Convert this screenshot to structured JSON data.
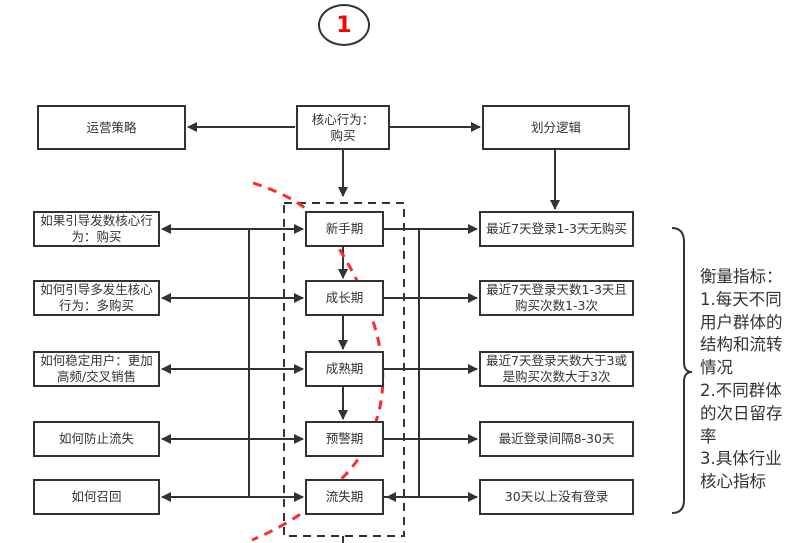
{
  "badge": {
    "label": "1"
  },
  "top": {
    "strategy": "运营策略",
    "core": "核心行为：购买",
    "logic": "划分逻辑"
  },
  "stages": [
    {
      "name": "新手期",
      "strategy": "如果引导发数核心行为：购买",
      "rule": "最近7天登录1-3天无购买"
    },
    {
      "name": "成长期",
      "strategy": "如何引导多发生核心行为：多购买",
      "rule": "最近7天登录天数1-3天且购买次数1-3次"
    },
    {
      "name": "成熟期",
      "strategy": "如何稳定用户：更加高频/交叉销售",
      "rule": "最近7天登录天数大于3或是购买次数大于3次"
    },
    {
      "name": "预警期",
      "strategy": "如何防止流失",
      "rule": "最近登录间隔8-30天"
    },
    {
      "name": "流失期",
      "strategy": "如何召回",
      "rule": "30天以上没有登录"
    }
  ],
  "metrics": {
    "text": "衡量指标：\n1.每天不同用户群体的结构和流转情况\n2.不同群体的次日留存率\n3.具体行业核心指标"
  },
  "colors": {
    "line": "#333333",
    "highlight": "#ff0000"
  }
}
